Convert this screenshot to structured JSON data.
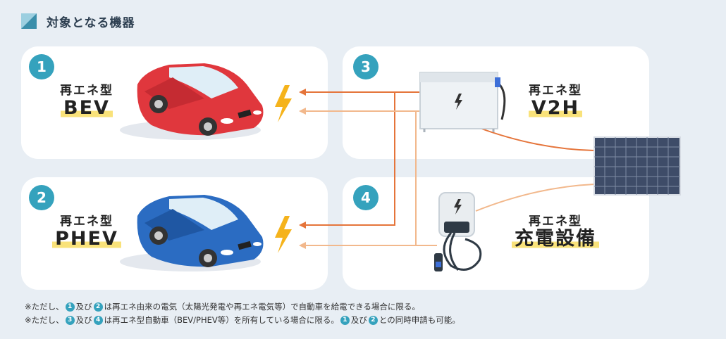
{
  "header": {
    "title": "対象となる機器"
  },
  "cards": [
    {
      "num": "1",
      "small": "再エネ型",
      "big": "BEV"
    },
    {
      "num": "2",
      "small": "再エネ型",
      "big": "PHEV"
    },
    {
      "num": "3",
      "small": "再エネ型",
      "big": "V2H"
    },
    {
      "num": "4",
      "small": "再エネ型",
      "big": "充電設備"
    }
  ],
  "notes": {
    "line1": {
      "p1": "※ただし、",
      "d1": "1",
      "p2": "及び",
      "d2": "2",
      "p3": "は再エネ由来の電気（太陽光発電や再エネ電気等）で自動車を給電できる場合に限る。"
    },
    "line2": {
      "p1": "※ただし、",
      "d1": "3",
      "p2": "及び",
      "d2": "4",
      "p3": "は再エネ型自動車（BEV/PHEV等）を所有している場合に限る。",
      "d3": "1",
      "p4": "及び",
      "d4": "2",
      "p5": "との同時申請も可能。"
    }
  },
  "colors": {
    "accent": "#35a2bd",
    "highlight": "#f9e27a",
    "line_dark": "#e5743a",
    "line_light": "#f2b88c",
    "bolt": "#f5b31c"
  }
}
